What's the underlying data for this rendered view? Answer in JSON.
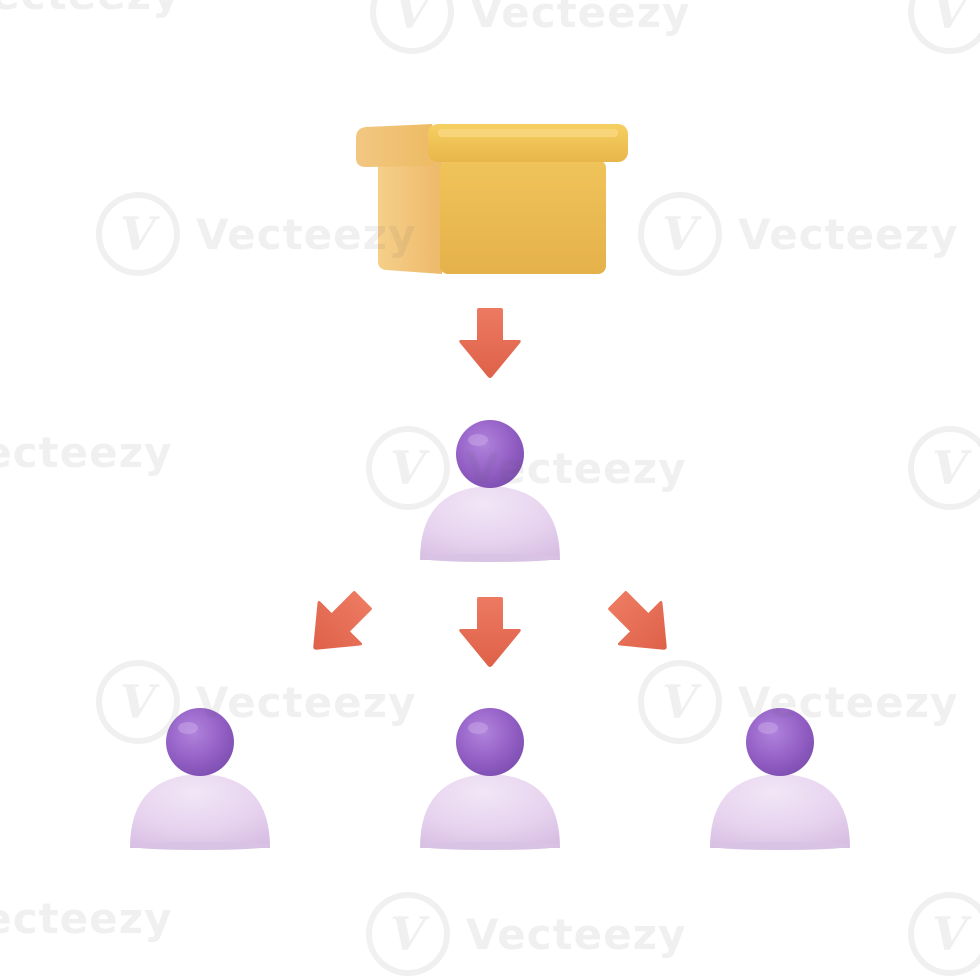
{
  "illustration": {
    "subject": "box-distribution-hierarchy",
    "colors": {
      "box_front": "#E8BB4F",
      "box_side": "#F1C16C",
      "box_lid": "#F0C34F",
      "arrow": "#E76F56",
      "person_head": "#9460C6",
      "person_body": "#E7D4EF",
      "background": "#FFFFFF"
    }
  },
  "watermark": {
    "brand": "Vecteezy",
    "logo_glyph": "V"
  }
}
